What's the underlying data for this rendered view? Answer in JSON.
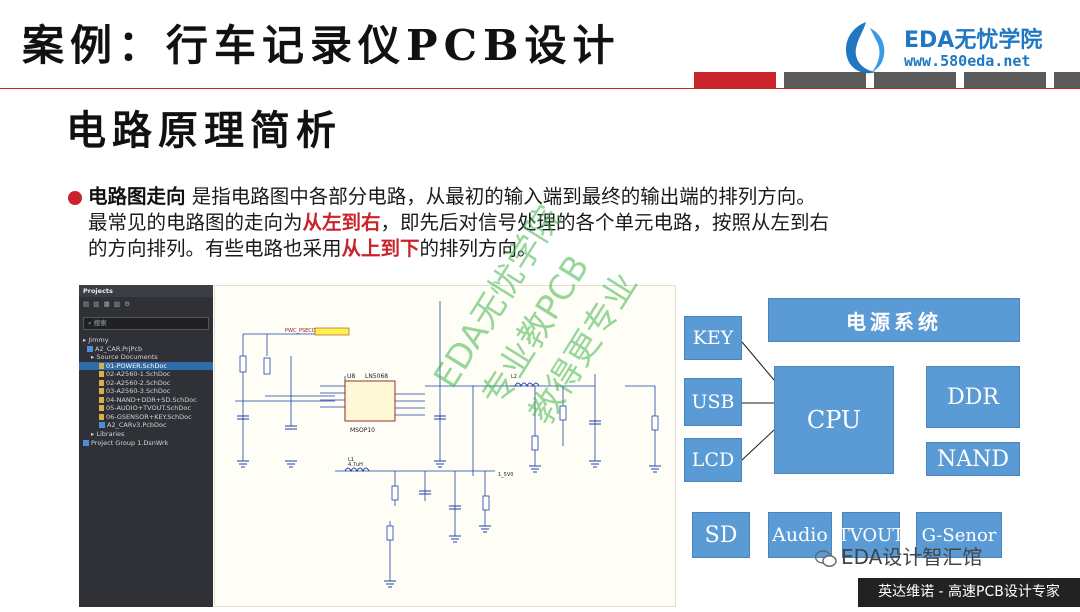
{
  "header": {
    "title": "案例：行车记录仪PCB设计",
    "subtitle": "电路原理简析",
    "logo_name": "EDA无忧学院",
    "logo_url": "www.580eda.net",
    "tab_colors": [
      "#c9242b",
      "#5a5a5a",
      "#5a5a5a",
      "#5a5a5a",
      "#5a5a5a"
    ]
  },
  "body": {
    "term": "电路图走向",
    "line1_rest": " 是指电路图中各部分电路，从最初的输入端到最终的输出端的排列方向。",
    "line2_a": "最常见的电路图的走向为",
    "line2_red": "从左到右",
    "line2_b": "，即先后对信号处理的各个单元电路，按照从左到右",
    "line3_a": "的方向排列。有些电路也采用",
    "line3_red": "从上到下",
    "line3_b": "的排列方向。"
  },
  "projects_panel": {
    "title": "Projects",
    "search_placeholder": "搜索",
    "items": [
      {
        "label": "Jimmy",
        "kind": "root"
      },
      {
        "label": "A2_CAR.PrjPcb",
        "kind": "project"
      },
      {
        "label": "Source Documents",
        "kind": "folder"
      },
      {
        "label": "01-POWER.SchDoc",
        "kind": "file",
        "selected": true
      },
      {
        "label": "02-A2560-1.SchDoc",
        "kind": "file"
      },
      {
        "label": "02-A2560-2.SchDoc",
        "kind": "file"
      },
      {
        "label": "03-A2560-3.SchDoc",
        "kind": "file"
      },
      {
        "label": "04-NAND+DDR+SD.SchDoc",
        "kind": "file"
      },
      {
        "label": "05-AUDIO+TVOUT.SchDoc",
        "kind": "file"
      },
      {
        "label": "06-GSENSOR+KEY.SchDoc",
        "kind": "file"
      },
      {
        "label": "A2_CARv3.PcbDoc",
        "kind": "pcb"
      },
      {
        "label": "Libraries",
        "kind": "folder"
      },
      {
        "label": "Project Group 1.DsnWrk",
        "kind": "group"
      }
    ]
  },
  "schematic": {
    "chip_ref": "U8",
    "chip_name": "LN5068",
    "package": "MSOP10",
    "net_pwc": "PWC_PSECO",
    "inductor1": "L1",
    "inductor2": "L2",
    "inductor1_val": "4.7uH",
    "out_label": "1_5V0"
  },
  "watermark": [
    "EDA无忧学院",
    "专业教PCB",
    "教得更专业"
  ],
  "blocks": {
    "power": "电源系统",
    "key": "KEY",
    "usb": "USB",
    "lcd": "LCD",
    "cpu": "CPU",
    "ddr": "DDR",
    "nand": "NAND",
    "sd": "SD",
    "audio": "Audio",
    "tvout": "TVOUT",
    "gsensor": "G-Senor"
  },
  "footer": {
    "wechat": "EDA设计智汇馆",
    "slogan": "英达维诺 - 高速PCB设计专家"
  },
  "colors": {
    "accent_red": "#c9242b",
    "block_blue": "#5b9bd5",
    "logo_blue": "#1f78c1"
  }
}
